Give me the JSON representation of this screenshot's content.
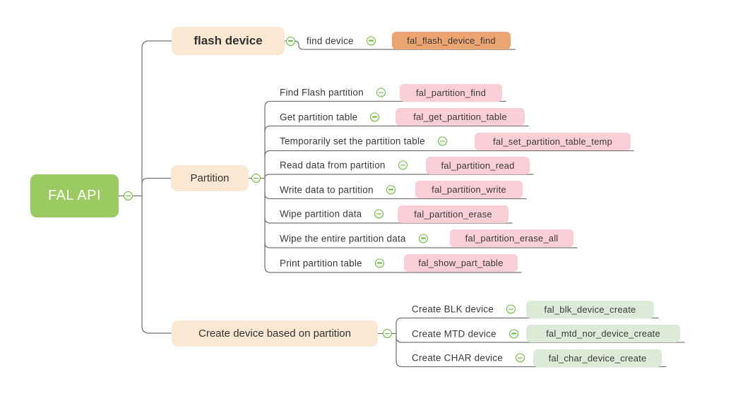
{
  "root": {
    "label": "FAL API"
  },
  "branches": [
    {
      "label": "flash device",
      "children": [
        {
          "label": "find device",
          "func": "fal_flash_device_find"
        }
      ]
    },
    {
      "label": "Partition",
      "children": [
        {
          "label": "Find Flash partition",
          "func": "fal_partition_find"
        },
        {
          "label": "Get partition table",
          "func": "fal_get_partition_table"
        },
        {
          "label": "Temporarily set the partition table",
          "func": "fal_set_partition_table_temp"
        },
        {
          "label": "Read data from partition",
          "func": "fal_partition_read"
        },
        {
          "label": "Write data to partition",
          "func": "fal_partition_write"
        },
        {
          "label": "Wipe partition data",
          "func": "fal_partition_erase"
        },
        {
          "label": "Wipe the entire partition data",
          "func": "fal_partition_erase_all"
        },
        {
          "label": "Print partition table",
          "func": "fal_show_part_table"
        }
      ]
    },
    {
      "label": "Create device based on partition",
      "children": [
        {
          "label": "Create BLK device",
          "func": "fal_blk_device_create"
        },
        {
          "label": "Create MTD device",
          "func": "fal_mtd_nor_device_create"
        },
        {
          "label": "Create CHAR device",
          "func": "fal_char_device_create"
        }
      ]
    }
  ],
  "icons": {
    "collapse": "minus-circle-icon"
  },
  "colors": {
    "root_bg": "#9CCA62",
    "branch_bg": "#FBE8D2",
    "func_flash_device_bg": "#ECA470",
    "func_partition_bg": "#F9CED7",
    "func_create_device_bg": "#DCEBD8",
    "connector_line": "#757575",
    "collapse_icon_green": "#6CB440"
  }
}
